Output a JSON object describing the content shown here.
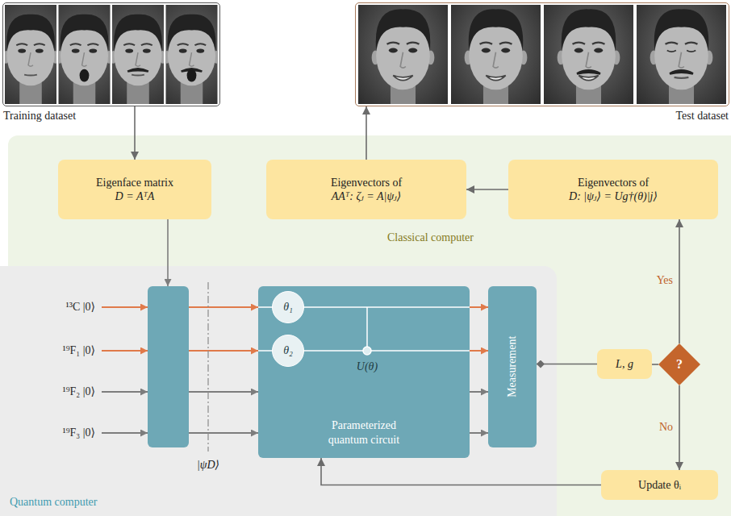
{
  "diagram": {
    "nodes": [
      {
        "text": [
          "Training dataset"
        ]
      },
      {
        "text": [
          "Test dataset"
        ]
      },
      {
        "text": [
          "Classical computer"
        ]
      },
      {
        "text": [
          "Eigenface matrix",
          "D = AᵀA"
        ],
        "in": 2
      },
      {
        "text": [
          "Eigenvectors of",
          "AAᵀ: ζⱼ = A|ψⱼ⟩"
        ],
        "in": 2
      },
      {
        "text": [
          "Eigenvectors of",
          "D: |ψⱼ⟩ = Ug†(θ)|j⟩"
        ],
        "in": 2
      },
      {
        "text": [
          "Quantum computer"
        ]
      },
      {
        "text": [
          "Parameterized quantum circuit"
        ],
        "in": 6
      },
      {
        "text": [
          "θ₁"
        ],
        "in": 7
      },
      {
        "text": [
          "θ₂"
        ],
        "in": 7
      },
      {
        "text": [
          "Measurement"
        ],
        "in": 6
      },
      {
        "text": [
          "L, g"
        ],
        "in": 2
      },
      {
        "text": [
          "?"
        ],
        "in": 2
      },
      {
        "text": [
          "Update θᵢ"
        ],
        "in": 2
      }
    ],
    "edges": [
      {
        "from": 0,
        "to": 3,
        "arrow": "to"
      },
      {
        "from": 5,
        "to": 4,
        "arrow": "to"
      },
      {
        "from": 4,
        "to": 1,
        "arrow": "to"
      },
      {
        "from": 10,
        "to": 11,
        "arrow": "none"
      },
      {
        "from": 11,
        "to": 12,
        "arrow": "none"
      },
      {
        "from": 12,
        "to": 5,
        "label": "Yes",
        "arrow": "to"
      },
      {
        "from": 12,
        "to": 13,
        "label": "No",
        "arrow": "to"
      },
      {
        "from": 13,
        "to": 7,
        "arrow": "to"
      }
    ],
    "labels": [
      "¹³C |0⟩",
      "¹⁹F₁ |0⟩",
      "¹⁹F₂ |0⟩",
      "¹⁹F₃ |0⟩",
      "|ψD⟩",
      "U(θ)"
    ]
  }
}
